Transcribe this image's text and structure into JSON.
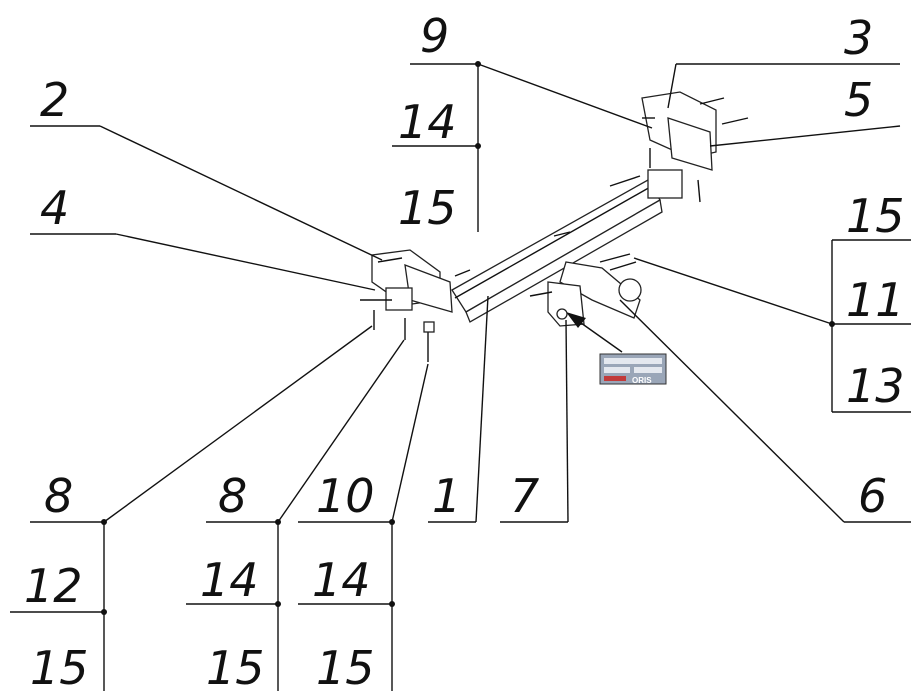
{
  "diagram": {
    "callouts": {
      "c9": "9",
      "c14a": "14",
      "c15a": "15",
      "c3": "3",
      "c5": "5",
      "c2": "2",
      "c4": "4",
      "c15b": "15",
      "c11": "11",
      "c13": "13",
      "c8a": "8",
      "c12": "12",
      "c15c": "15",
      "c8b": "8",
      "c14b": "14",
      "c15d": "15",
      "c10": "10",
      "c14c": "14",
      "c15e": "15",
      "c1": "1",
      "c7": "7",
      "c6": "6"
    },
    "label_plate": {
      "brand": "ORIS"
    }
  }
}
